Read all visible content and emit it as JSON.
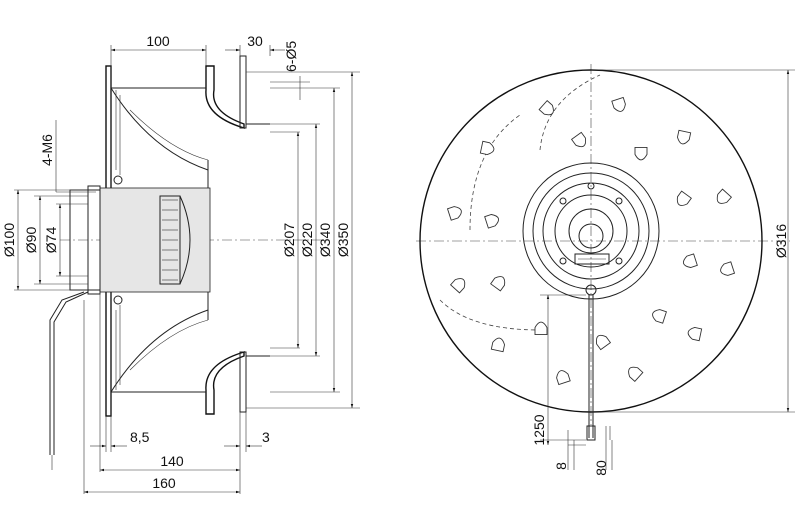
{
  "side_view": {
    "top_dims": {
      "width_100": "100",
      "ring_30": "30",
      "holes": "6-Ø5"
    },
    "left_dims": {
      "thread": "4-M6",
      "d100": "Ø100",
      "d90": "Ø90",
      "d74": "Ø74"
    },
    "right_dims": {
      "d207": "Ø207",
      "d220": "Ø220",
      "d340": "Ø340",
      "d350": "Ø350"
    },
    "bottom_dims": {
      "d8_5": "8,5",
      "d3": "3",
      "d140": "140",
      "d160": "160"
    }
  },
  "front_view": {
    "outer_diameter": "Ø316",
    "cable_length": "1250",
    "cable_dim_a": "8",
    "cable_dim_b": "80"
  }
}
